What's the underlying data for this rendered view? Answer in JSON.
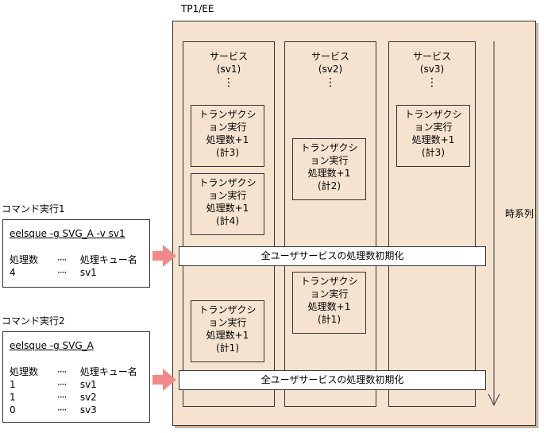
{
  "tp1_label": "TP1/EE",
  "services": [
    {
      "title": "サービス",
      "id": "(sv1)",
      "dots": "⋮"
    },
    {
      "title": "サービス",
      "id": "(sv2)",
      "dots": "⋮"
    },
    {
      "title": "サービス",
      "id": "(sv3)",
      "dots": "⋮"
    }
  ],
  "tx_lines": [
    "トランザクシ",
    "ョン実行",
    "処理数+1"
  ],
  "transactions": [
    {
      "service": "sv1",
      "count": "(計3)"
    },
    {
      "service": "sv1",
      "count": "(計4)"
    },
    {
      "service": "sv2",
      "count": "(計2)"
    },
    {
      "service": "sv3",
      "count": "(計3)"
    },
    {
      "service": "sv2",
      "count": "(計1)"
    },
    {
      "service": "sv1",
      "count": "(計1)"
    }
  ],
  "reset_bars": [
    "全ユーザサービスの処理数初期化",
    "全ユーザサービスの処理数初期化"
  ],
  "time_label": "時系列",
  "commands": [
    {
      "label": "コマンド実行1",
      "command": "eelsque -g SVG_A -v sv1",
      "header": [
        "処理数",
        "····",
        "処理キュー名"
      ],
      "rows": [
        [
          "4",
          "····",
          "sv1"
        ]
      ]
    },
    {
      "label": "コマンド実行2",
      "command": "eelsque -g SVG_A",
      "header": [
        "処理数",
        "····",
        "処理キュー名"
      ],
      "rows": [
        [
          "1",
          "····",
          "sv1"
        ],
        [
          "1",
          "····",
          "sv2"
        ],
        [
          "0",
          "····",
          "sv3"
        ]
      ]
    }
  ],
  "colors": {
    "panel": "#f5e3d0",
    "arrow": "#f08a8a",
    "line": "#333333"
  }
}
